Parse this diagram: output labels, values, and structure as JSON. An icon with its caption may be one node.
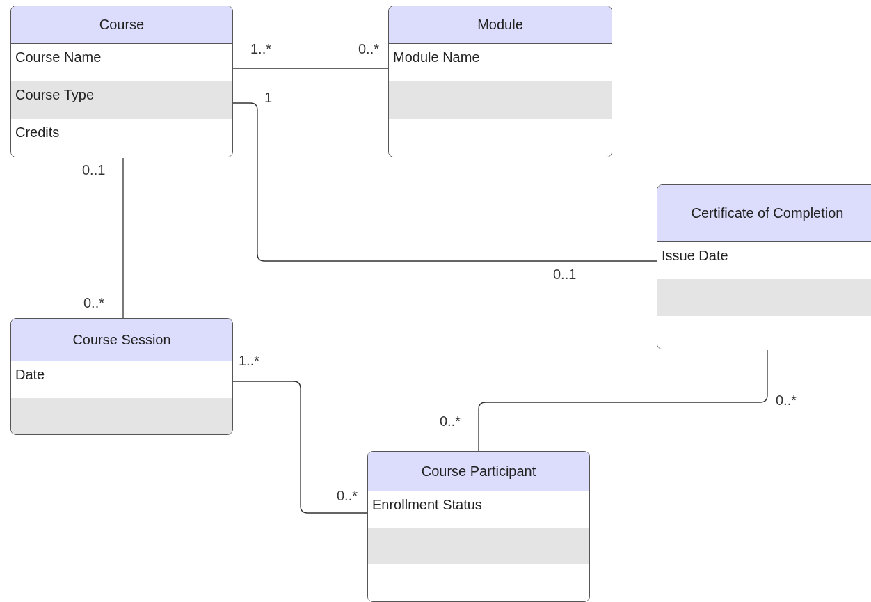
{
  "diagram": {
    "nodes": [
      {
        "text": [
          "Course",
          "Course Name",
          "Course Type",
          "Credits"
        ]
      },
      {
        "text": [
          "Module",
          "Module Name"
        ]
      },
      {
        "text": [
          "Certificate of Completion",
          "Issue Date"
        ]
      },
      {
        "text": [
          "Course Session",
          "Date"
        ]
      },
      {
        "text": [
          "Course Participant",
          "Enrollment Status"
        ]
      }
    ],
    "edges": [
      {
        "from": 0,
        "to": 1,
        "arrow": "none"
      },
      {
        "from": 0,
        "to": 2,
        "arrow": "none"
      },
      {
        "from": 0,
        "to": 3,
        "arrow": "none"
      },
      {
        "from": 3,
        "to": 4,
        "arrow": "none"
      },
      {
        "from": 2,
        "to": 4,
        "arrow": "none"
      }
    ],
    "labels": [
      "1..*",
      "0..*",
      "1",
      "0..1",
      "0..1",
      "0..*",
      "1..*",
      "0..*",
      "0..*",
      "0..*"
    ]
  }
}
